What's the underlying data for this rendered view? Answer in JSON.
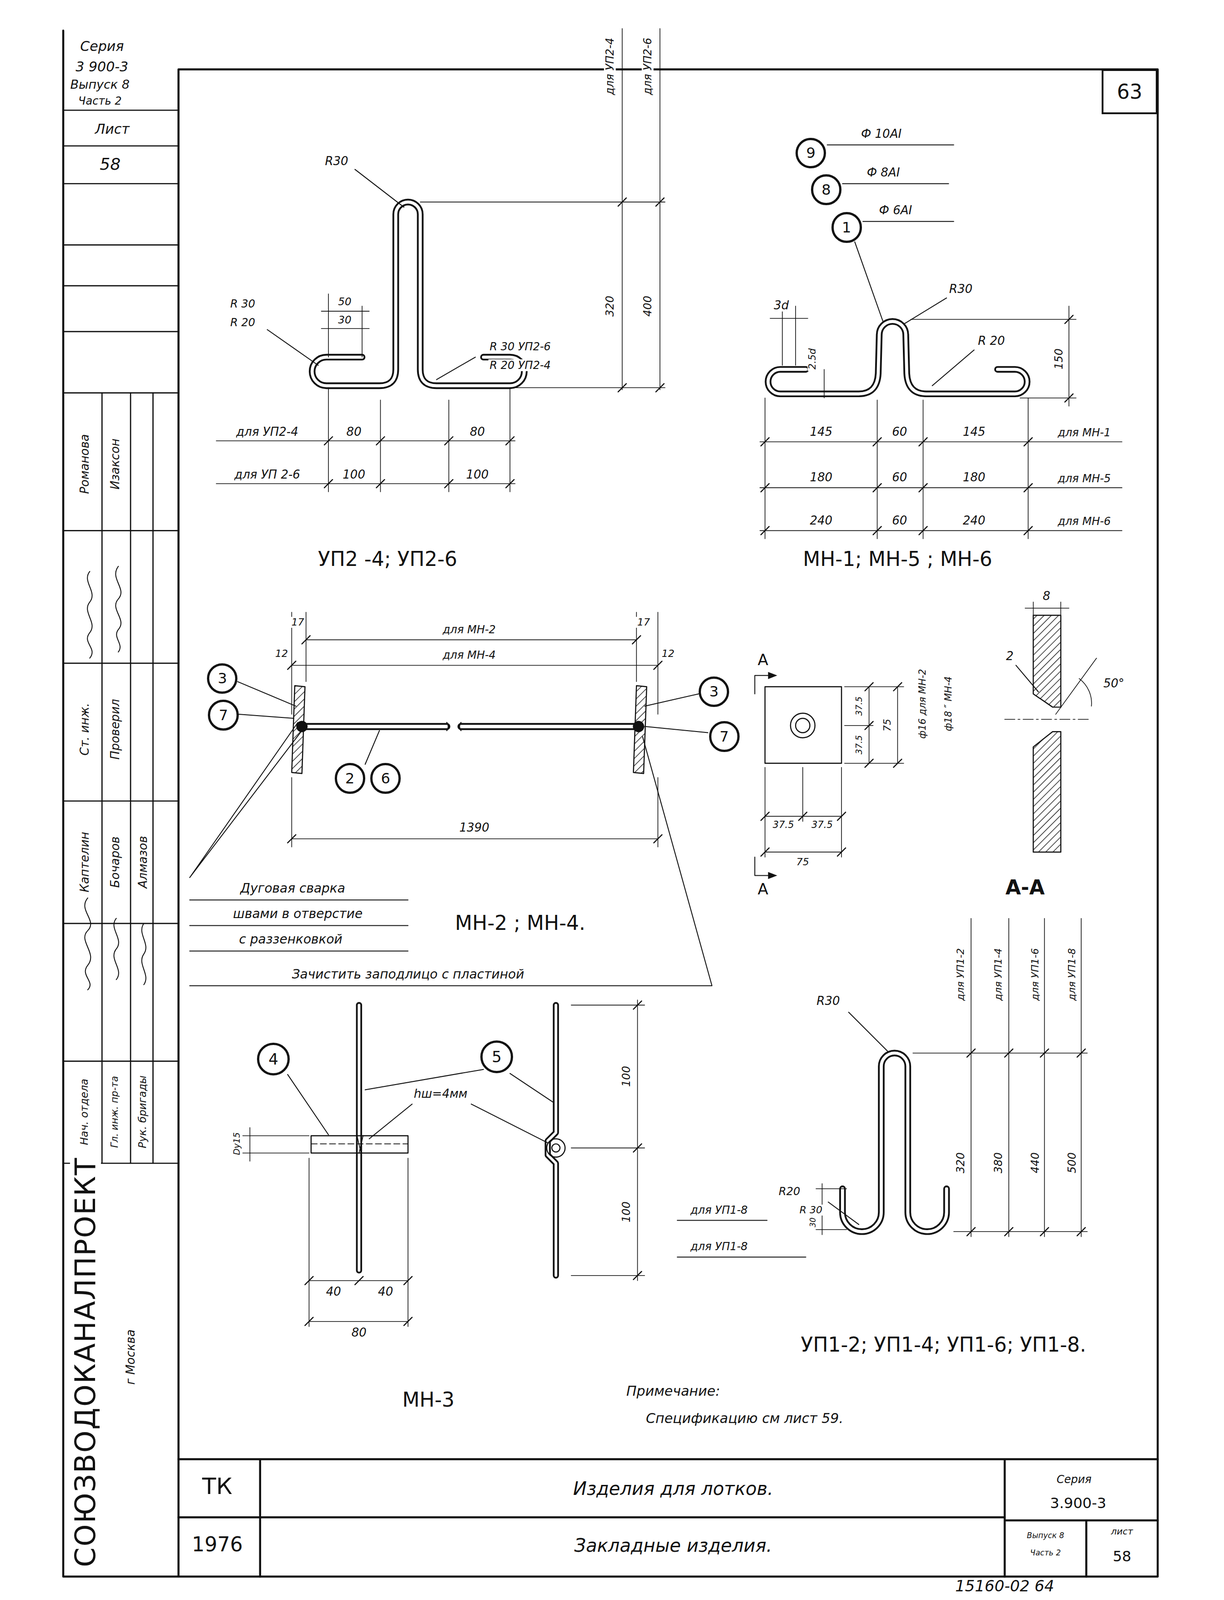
{
  "diagram": {
    "title": "Изделия для лотков.",
    "nodes": [
      {
        "text": [
          "63"
        ]
      },
      {
        "text": [
          "9"
        ]
      },
      {
        "text": [
          "8"
        ]
      },
      {
        "text": [
          "1"
        ]
      },
      {
        "text": [
          "3"
        ]
      },
      {
        "text": [
          "7"
        ]
      },
      {
        "text": [
          "2"
        ]
      },
      {
        "text": [
          "6"
        ]
      },
      {
        "text": [
          "3"
        ]
      },
      {
        "text": [
          "7"
        ]
      },
      {
        "text": [
          "4"
        ]
      },
      {
        "text": [
          "5"
        ]
      }
    ],
    "labels": [
      "Серия",
      "3 900-3",
      "Выпуск 8",
      "Часть 2",
      "Лист",
      "58",
      "Романова",
      "Изаксон",
      "Ст. инж.",
      "Проверил",
      "Каптелин",
      "Бочаров",
      "Алмазов",
      "Нач. отдела",
      "Гл. инж. пр-та",
      "Рук. бригады",
      "СОЮЗВОДОКАНАЛПРОЕКТ",
      "г Москва",
      "R30",
      "для УП2-4",
      "для УП2-6",
      "R 30",
      "R 20",
      "50",
      "30",
      "R 30  УП2-6",
      "R 20  УП2-4",
      "320",
      "400",
      "для УП2-4",
      "80",
      "80",
      "для УП 2-6",
      "100",
      "100",
      "УП2 -4;  УП2-6",
      "Ф 10AI",
      "Ф 8AI",
      "Ф 6AI",
      "3d",
      "2.5d",
      "R30",
      "R 20",
      "150",
      "145",
      "60",
      "145",
      "для МН-1",
      "180",
      "60",
      "180",
      "для МН-5",
      "240",
      "60",
      "240",
      "для МН-6",
      "МН-1; МН-5 ; МН-6",
      "17",
      "12",
      "для МН-2",
      "для МН-4",
      "17",
      "12",
      "1390",
      "Дуговая сварка",
      "швами в отверстие",
      "с раззенковкой",
      "Зачистить заподлицо с пластиной",
      "МН-2 ; МН-4.",
      "А",
      "37.5",
      "37.5",
      "75",
      "ф16 для МН-2",
      "ф18 ″ МН-4",
      "37.5",
      "37.5",
      "75",
      "А",
      "8",
      "2",
      "50°",
      "А-А",
      "hш=4мм",
      "Dy15",
      "40",
      "40",
      "80",
      "100",
      "100",
      "МН-3",
      "R30",
      "для УП1-2",
      "для УП1-4",
      "для УП1-6",
      "для УП1-8",
      "320",
      "380",
      "440",
      "500",
      "R20",
      "для УП1-8",
      "R 30",
      "для УП1-8",
      "30",
      "УП1-2; УП1-4; УП1-6; УП1-8.",
      "Примечание:",
      "Спецификацию см лист 59.",
      "ТК",
      "1976",
      "Закладные изделия.",
      "Серия",
      "3.900-3",
      "Выпуск 8",
      "Часть 2",
      "лист",
      "58",
      "15160-02   64"
    ]
  }
}
